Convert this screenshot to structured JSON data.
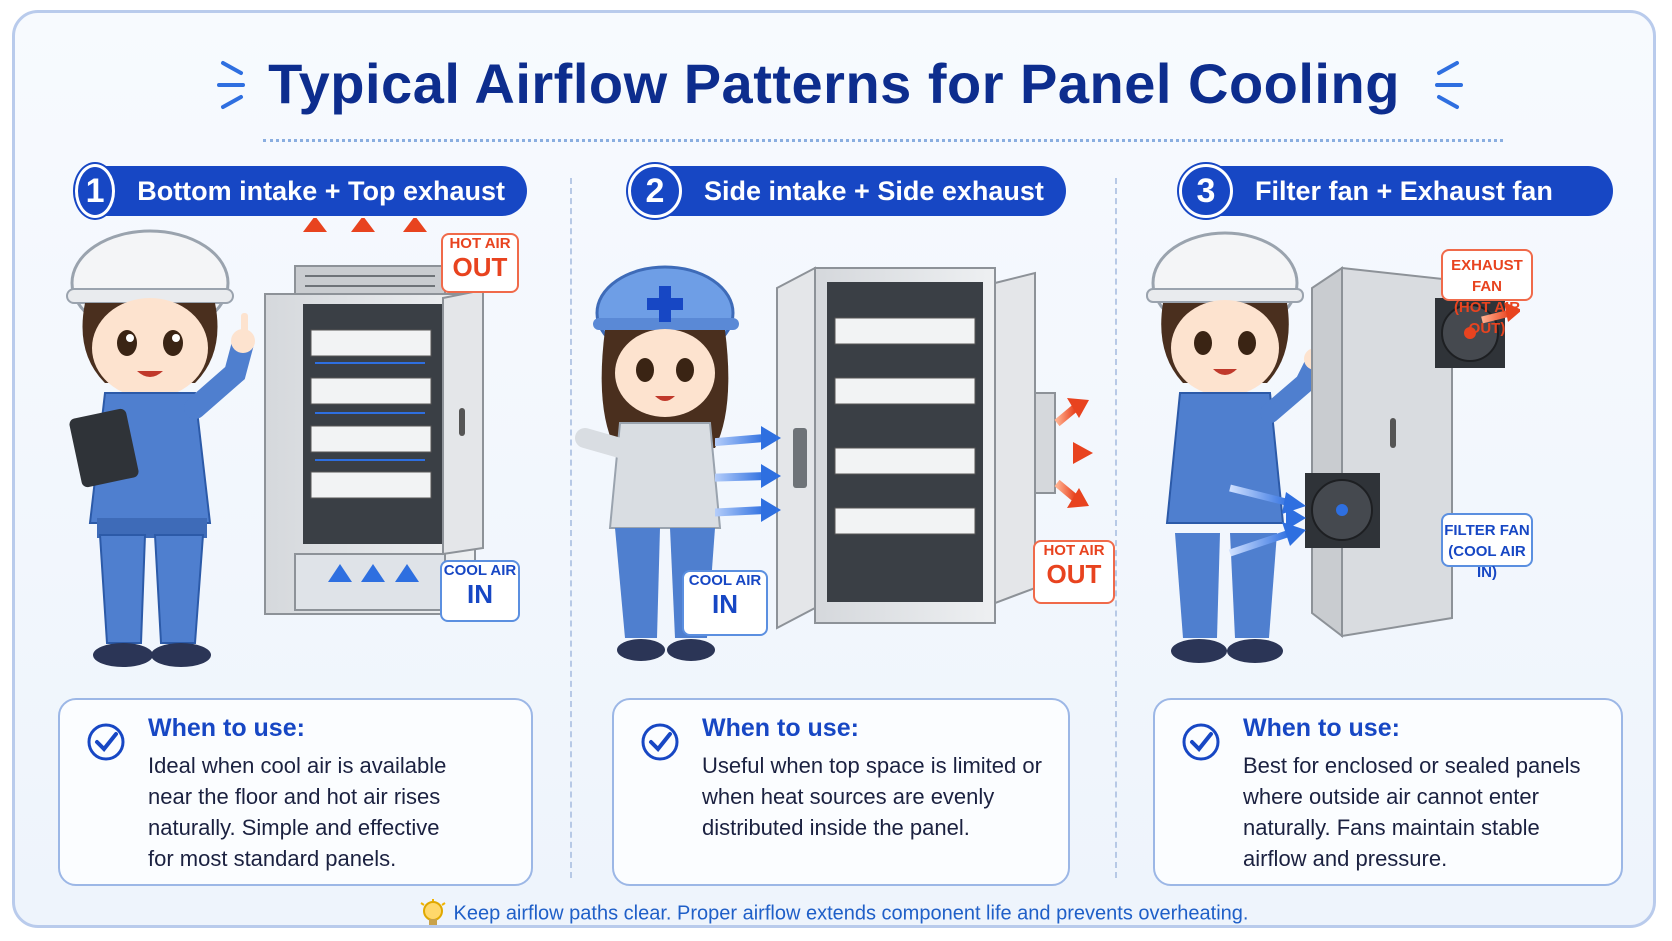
{
  "title": "Typical Airflow Patterns for Panel Cooling",
  "colors": {
    "accent": "#1747c4",
    "hot": "#e8431f",
    "cool": "#2e6fe0",
    "title": "#0d2d8e"
  },
  "sections": [
    {
      "number": "1",
      "label": "Bottom intake + Top exhaust",
      "tags": [
        {
          "small": "HOT AIR",
          "big": "OUT"
        },
        {
          "small": "COOL AIR",
          "big": "IN"
        }
      ],
      "card": {
        "heading": "When to use:",
        "body": "Ideal when cool air is available near the floor and hot air rises naturally. Simple and effective for most standard panels."
      }
    },
    {
      "number": "2",
      "label": "Side intake + Side exhaust",
      "tags": [
        {
          "small": "COOL AIR",
          "big": "IN"
        },
        {
          "small": "HOT AIR",
          "big": "OUT"
        }
      ],
      "card": {
        "heading": "When to use:",
        "body": "Useful when top space is limited or when heat sources are evenly distributed inside the panel."
      }
    },
    {
      "number": "3",
      "label": "Filter fan + Exhaust fan",
      "tags": [
        {
          "line1": "EXHAUST FAN",
          "line2": "(HOT AIR OUT)"
        },
        {
          "line1": "FILTER FAN",
          "line2": "(COOL AIR IN)"
        }
      ],
      "card": {
        "heading": "When to use:",
        "body": "Best for enclosed or sealed panels where outside air cannot enter naturally. Fans maintain stable airflow and pressure."
      }
    }
  ],
  "footer": "Keep airflow paths clear. Proper airflow extends component life and prevents overheating.",
  "icons": [
    "check-circle-icon",
    "lightbulb-icon",
    "hot-air-arrow-icon",
    "cool-air-arrow-icon",
    "fan-icon",
    "worker-illustration",
    "panel-cabinet-illustration"
  ]
}
